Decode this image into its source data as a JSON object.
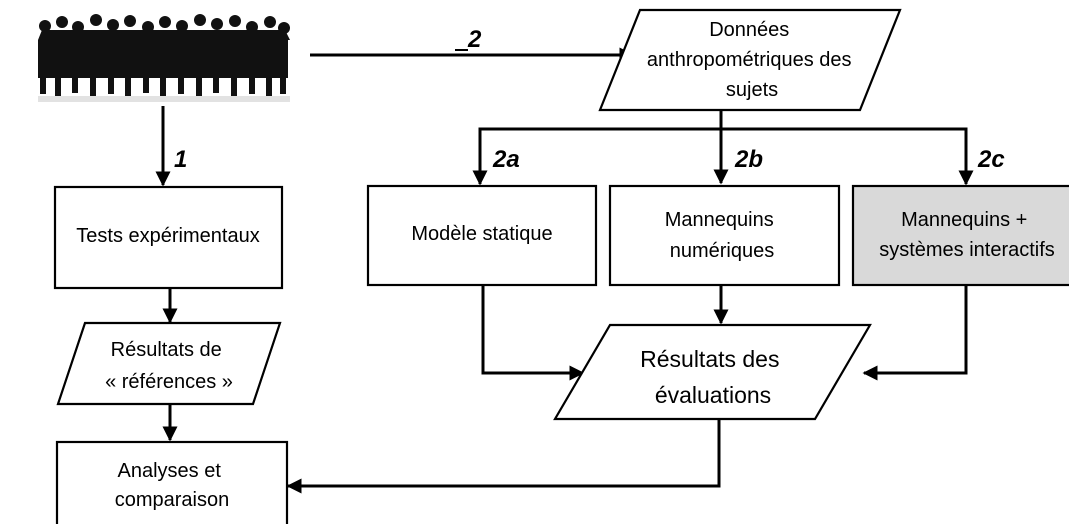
{
  "nodes": {
    "donnees": [
      "Données",
      "anthropométriques des",
      "sujets"
    ],
    "tests": [
      "Tests expérimentaux"
    ],
    "modele": [
      "Modèle statique"
    ],
    "mannequins": [
      "Mannequins",
      "numériques"
    ],
    "interactifs": [
      "Mannequins +",
      "systèmes interactifs"
    ],
    "references": [
      "Résultats de",
      "« références »"
    ],
    "evaluations": [
      "Résultats des",
      "évaluations"
    ],
    "analyses": [
      "Analyses et",
      "comparaison"
    ]
  },
  "steps": {
    "s1": "1",
    "s2": "2",
    "s2a": "2a",
    "s2b": "2b",
    "s2c": "2c"
  },
  "colors": {
    "interactifs_fill": "#d9d9d9"
  },
  "icons": {
    "crowd": "people-crowd-icon"
  }
}
